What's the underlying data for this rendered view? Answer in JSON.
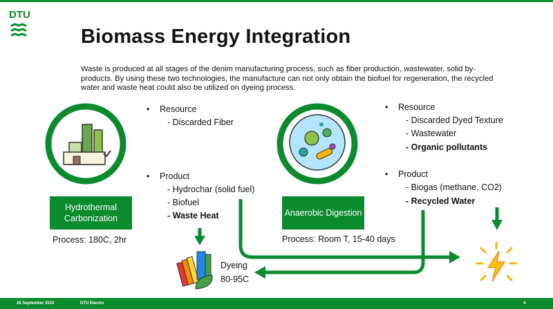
{
  "header": {
    "logo_text": "DTU",
    "title": "Biomass Energy Integration"
  },
  "description": "Waste is produced at all stages of the denim manufacturing process, such as fiber production, wastewater, solid by-products. By using these two technologies, the manufacture can not only obtain the biofuel for regeneration, the recycled water and waste heat could also be utilized on dyeing process.",
  "left": {
    "resource_heading": "Resource",
    "resources": [
      "- Discarded Fiber"
    ],
    "product_heading": "Product",
    "products": [
      "- Hydrochar (solid fuel)",
      "- Biofuel",
      "- Waste Heat"
    ],
    "box_label": "Hydrothermal Carbonization",
    "process": "Process: 180C, 2hr"
  },
  "right": {
    "resource_heading": "Resource",
    "resources": [
      "- Discarded Dyed Texture",
      "- Wastewater",
      "- Organic pollutants"
    ],
    "product_heading": "Product",
    "products": [
      "- Biogas (methane, CO2)",
      "- Recycled Water"
    ],
    "box_label": "Anaerobic Digestion",
    "process": "Process: Room T, 15-40 days"
  },
  "dyeing": {
    "label": "Dyeing",
    "temp": "80-95C"
  },
  "footer": {
    "date": "26 September 2023",
    "org": "DTU Electro",
    "page": "4"
  },
  "colors": {
    "brand_green": "#0b8a2e"
  },
  "icons": [
    "dtu-logo-icon",
    "plant-factory-icon",
    "bacteria-icon",
    "fabric-dyeing-icon",
    "lightning-energy-icon"
  ]
}
